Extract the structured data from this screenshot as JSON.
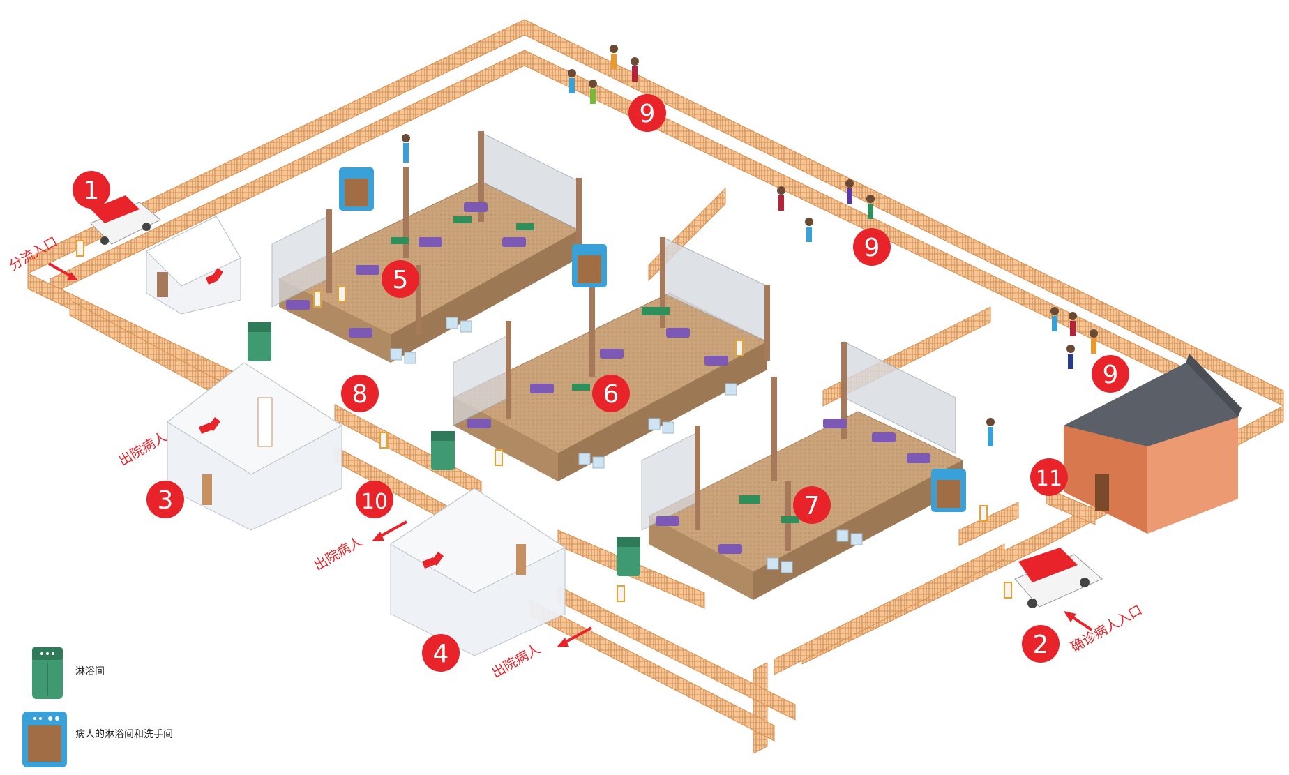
{
  "markers": [
    {
      "id": "marker-1",
      "text": "1"
    },
    {
      "id": "marker-2",
      "text": "2"
    },
    {
      "id": "marker-3",
      "text": "3"
    },
    {
      "id": "marker-4",
      "text": "4"
    },
    {
      "id": "marker-5",
      "text": "5"
    },
    {
      "id": "marker-6",
      "text": "6"
    },
    {
      "id": "marker-7",
      "text": "7"
    },
    {
      "id": "marker-8",
      "text": "8"
    },
    {
      "id": "marker-9a",
      "text": "9"
    },
    {
      "id": "marker-9b",
      "text": "9"
    },
    {
      "id": "marker-9c",
      "text": "9"
    },
    {
      "id": "marker-10",
      "text": "10"
    },
    {
      "id": "marker-11",
      "text": "11"
    }
  ],
  "labels": {
    "triage_entrance": "分流入口",
    "confirmed_entrance": "确诊病人入口",
    "discharge_a": "出院病人",
    "discharge_b": "出院病人",
    "discharge_c": "出院病人"
  },
  "legend": {
    "shower": "淋浴间",
    "patient_shower_wash": "病人的淋浴间和洗手间"
  },
  "colors": {
    "marker": "#e8232a",
    "fence": "#e8a66a",
    "floor": "#c9a27a",
    "building": "#e58a5c",
    "roof": "#5b6068",
    "shower_green": "#3f9a72",
    "shower_blue": "#3aa0d8"
  }
}
